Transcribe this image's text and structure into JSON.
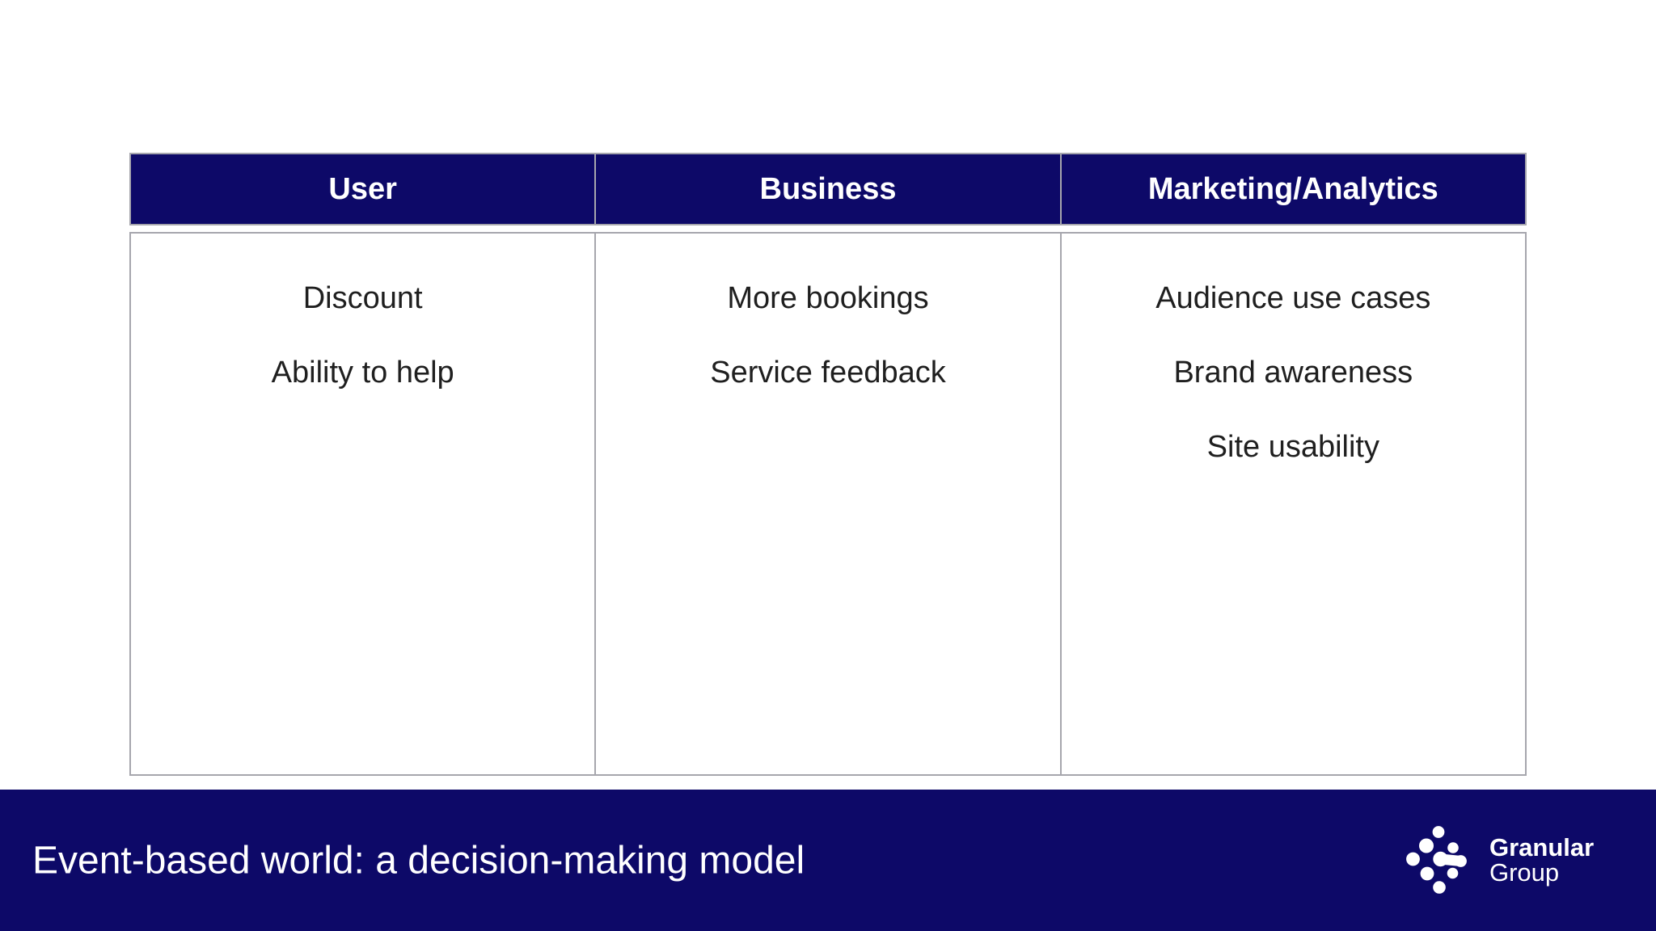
{
  "table": {
    "columns": [
      {
        "header": "User",
        "items": [
          "Discount",
          "Ability to help"
        ]
      },
      {
        "header": "Business",
        "items": [
          "More bookings",
          "Service feedback"
        ]
      },
      {
        "header": "Marketing/Analytics",
        "items": [
          "Audience use cases",
          "Brand awareness",
          "Site usability"
        ]
      }
    ]
  },
  "footer": {
    "title": "Event-based world: a decision-making model",
    "logo": {
      "brand": "Granular",
      "suffix": "Group"
    }
  },
  "colors": {
    "navy": "#0d0968",
    "table_border": "#a6a6ad",
    "body_text": "#1f1f1f",
    "footer_text": "#ffffff"
  }
}
